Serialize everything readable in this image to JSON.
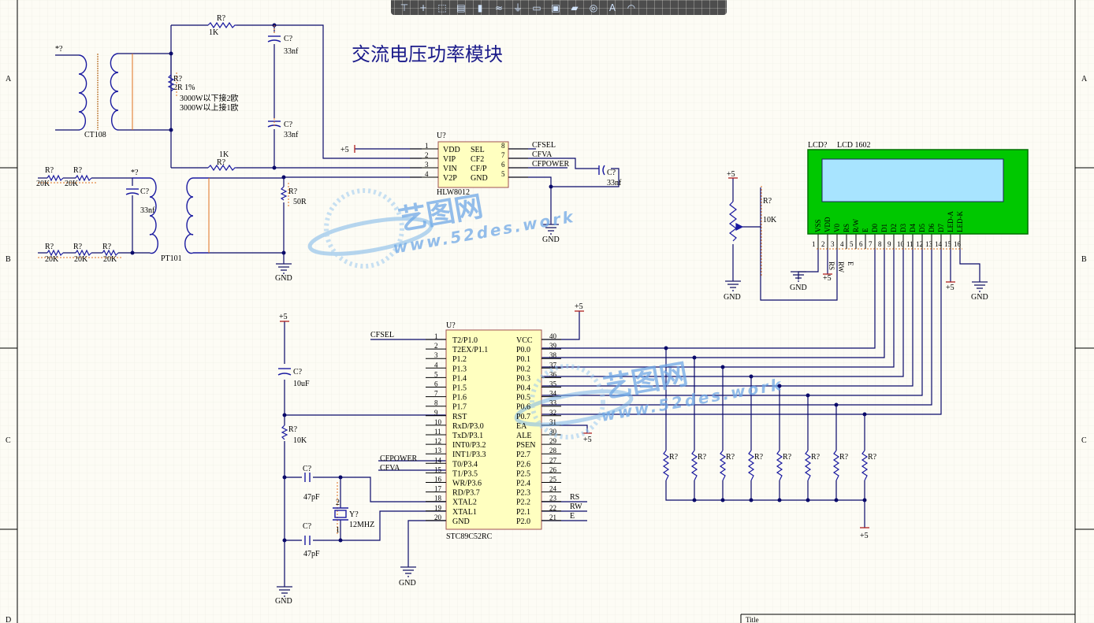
{
  "toolbar": {
    "items": [
      {
        "name": "filter-icon",
        "glyph": "⊤"
      },
      {
        "name": "move-icon",
        "glyph": "+"
      },
      {
        "name": "select-icon",
        "glyph": "⬚"
      },
      {
        "name": "align-icon",
        "glyph": "▤"
      },
      {
        "name": "part-icon",
        "glyph": "▮"
      },
      {
        "name": "bus-icon",
        "glyph": "≈"
      },
      {
        "name": "ground-icon",
        "glyph": "⏚"
      },
      {
        "name": "net-label-icon",
        "glyph": "▭"
      },
      {
        "name": "component-icon",
        "glyph": "▣"
      },
      {
        "name": "port-icon",
        "glyph": "▰"
      },
      {
        "name": "probe-icon",
        "glyph": "◎"
      },
      {
        "name": "text-icon",
        "glyph": "A"
      },
      {
        "name": "arc-icon",
        "glyph": "◠"
      }
    ]
  },
  "title": "交流电压功率模块",
  "zones": {
    "left": [
      "A",
      "B",
      "C",
      "D"
    ],
    "right": [
      "A",
      "B",
      "C"
    ]
  },
  "watermark": {
    "brand": "艺图网",
    "url": "www.52des.work"
  },
  "title_block": "Title",
  "labels": {
    "ct_star": "*?",
    "ct_name": "CT108",
    "r_top": "R?",
    "r_top_val": "1K",
    "c_top": "C?",
    "c_top_val": "33nf",
    "r_shunt": "R?",
    "r_shunt_val": "2R 1%",
    "note1": "3000W以下接2欧",
    "note2": "3000W以上接1欧",
    "c_mid": "C?",
    "c_mid_val": "33nf",
    "r_bot": "R?",
    "r_bot_val": "1K",
    "u1": "U?",
    "u1_name": "HLW8012",
    "u1_supply": "+5",
    "u1_pins_l": [
      "VDD",
      "VIP",
      "VIN",
      "V2P"
    ],
    "u1_pins_r": [
      "SEL",
      "CF2",
      "CF/P",
      "GND"
    ],
    "u1_num_l": [
      "1",
      "2",
      "3",
      "4"
    ],
    "u1_num_r": [
      "8",
      "7",
      "6",
      "5"
    ],
    "cfsel": "CFSEL",
    "cfva": "CFVA",
    "cfpower": "CFPOWER",
    "c_out": "C?",
    "c_out_val": "33nf",
    "gnd": "GND",
    "plus5": "+5",
    "rl": "R?",
    "rl_val": "20K",
    "pt_star": "*?",
    "c_pt": "C?",
    "c_pt_val": "33nf",
    "pt_name": "PT101",
    "r_50": "R?",
    "r_50_val": "50R",
    "lcd": "LCD?",
    "lcd_name": "LCD 1602",
    "lcd_pins": [
      "VSS",
      "VDD",
      "V0",
      "RS",
      "R/W",
      "E",
      "D0",
      "D1",
      "D2",
      "D3",
      "D4",
      "D5",
      "D6",
      "D7",
      "LED-A",
      "LED-K"
    ],
    "lcd_nums": [
      "1",
      "2",
      "3",
      "4",
      "5",
      "6",
      "7",
      "8",
      "9",
      "10",
      "11",
      "12",
      "13",
      "14",
      "15",
      "16"
    ],
    "rs": "RS",
    "rw": "RW",
    "e": "E",
    "pot": "R?",
    "pot_val": "10K",
    "u2": "U?",
    "u2_name": "STC89C52RC",
    "u2_pins_l": [
      "T2/P1.0",
      "T2EX/P1.1",
      "P1.2",
      "P1.3",
      "P1.4",
      "P1.5",
      "P1.6",
      "P1.7",
      "RST",
      "RxD/P3.0",
      "TxD/P3.1",
      "INT0/P3.2",
      "INT1/P3.3",
      "T0/P3.4",
      "T1/P3.5",
      "WR/P3.6",
      "RD/P3.7",
      "XTAL2",
      "XTAL1",
      "GND"
    ],
    "u2_pins_r": [
      "VCC",
      "P0.0",
      "P0.1",
      "P0.2",
      "P0.3",
      "P0.4",
      "P0.5",
      "P0.6",
      "P0.7",
      "EA",
      "ALE",
      "PSEN",
      "P2.7",
      "P2.6",
      "P2.5",
      "P2.4",
      "P2.3",
      "P2.2",
      "P2.1",
      "P2.0"
    ],
    "u2_num_l": [
      "1",
      "2",
      "3",
      "4",
      "5",
      "6",
      "7",
      "8",
      "9",
      "10",
      "11",
      "12",
      "13",
      "14",
      "15",
      "16",
      "17",
      "18",
      "19",
      "20"
    ],
    "u2_num_r": [
      "40",
      "39",
      "38",
      "37",
      "36",
      "35",
      "34",
      "33",
      "32",
      "31",
      "30",
      "29",
      "28",
      "27",
      "26",
      "25",
      "24",
      "23",
      "22",
      "21"
    ],
    "c_rst": "C?",
    "c_rst_val": "10uF",
    "r_rst": "R?",
    "r_rst_val": "10K",
    "c_x1": "C?",
    "c_x1_val": "47pF",
    "c_x2": "C?",
    "c_x2_val": "47pF",
    "xtal": "Y?",
    "xtal_val": "12MHZ",
    "xtal_p2": "2",
    "xtal_p1": "1",
    "pullup": "R?"
  }
}
